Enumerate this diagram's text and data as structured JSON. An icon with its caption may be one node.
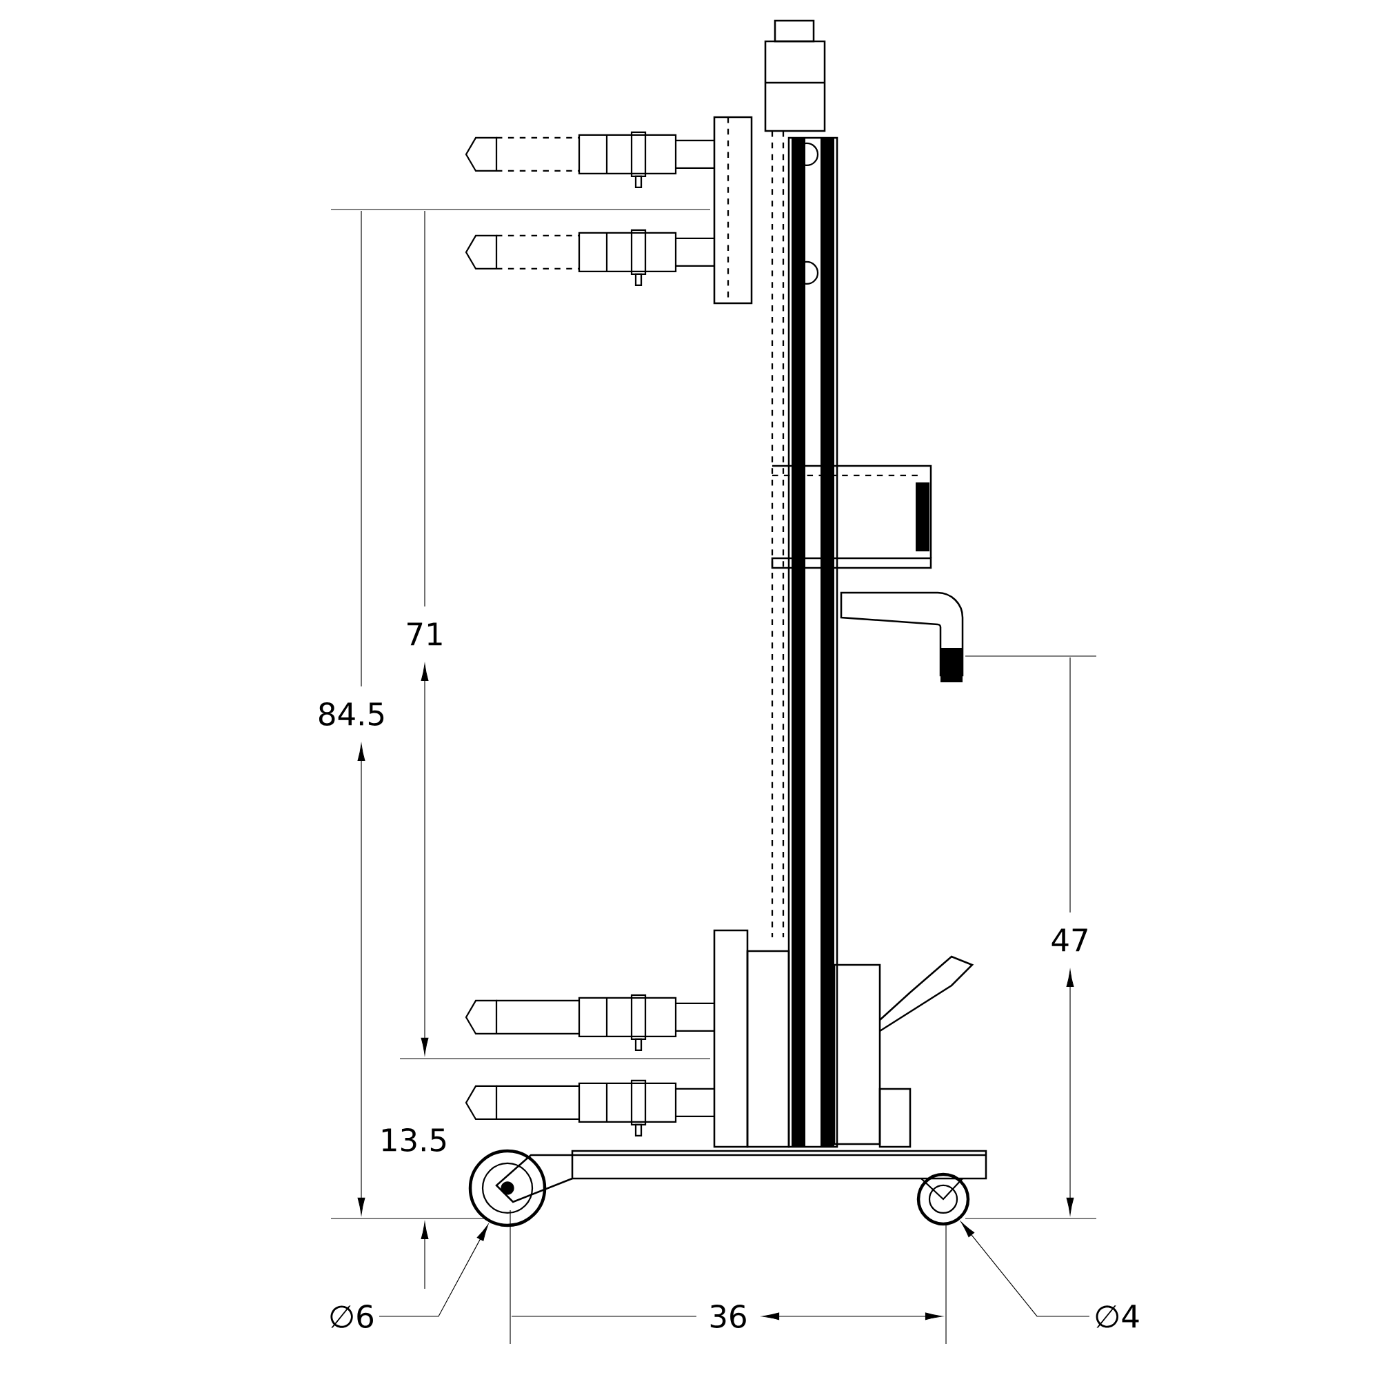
{
  "diagram": {
    "nodes": [
      {
        "text": [
          "∅6"
        ]
      },
      {
        "text": [
          "∅4"
        ]
      },
      {
        "text": [],
        "shape": "circle"
      },
      {
        "text": [],
        "shape": "circle"
      }
    ],
    "edges": [
      {
        "from": 0,
        "to": 2,
        "arrow": "to"
      },
      {
        "from": 1,
        "to": 3,
        "arrow": "to"
      }
    ],
    "labels": [
      "71",
      "84.5",
      "47",
      "13.5",
      "36"
    ]
  }
}
